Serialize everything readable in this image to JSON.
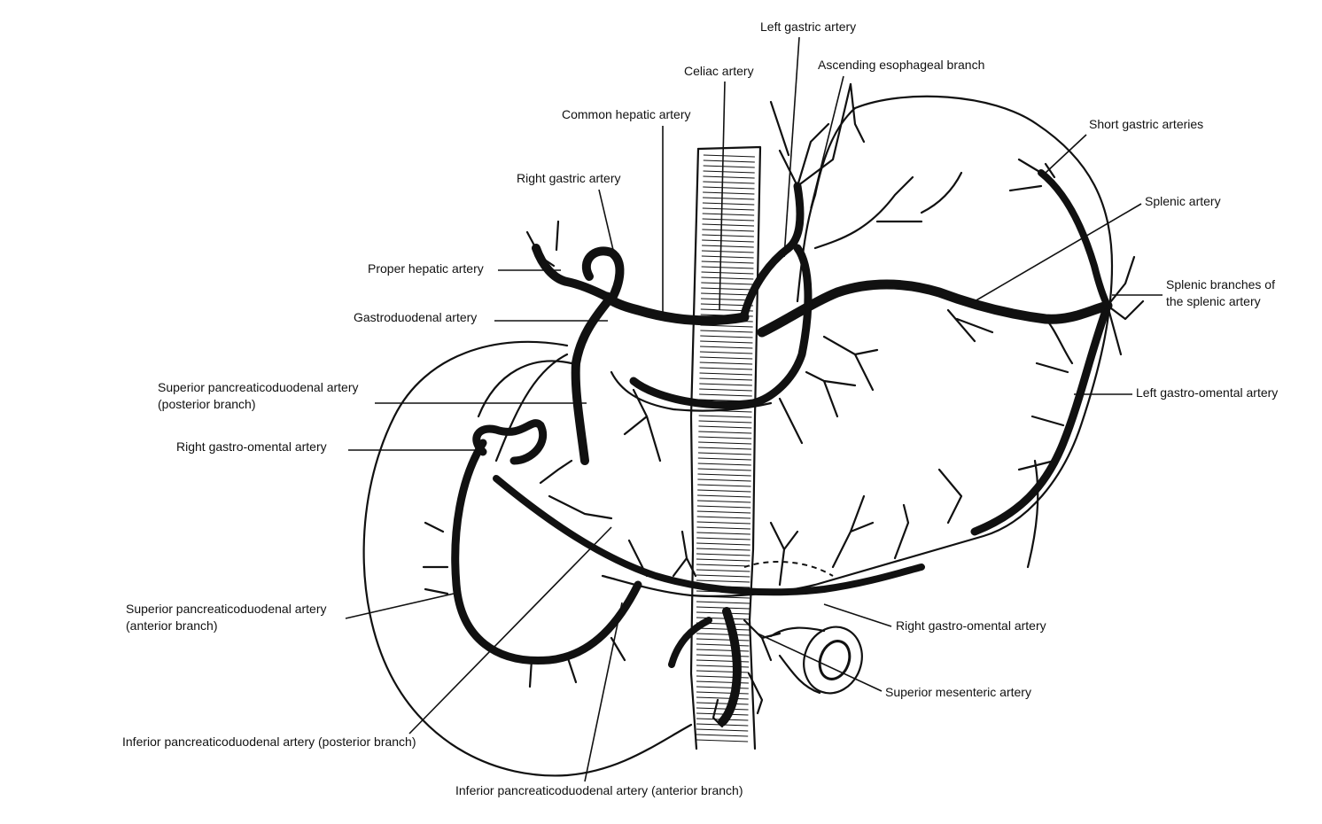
{
  "diagram": {
    "labels": {
      "left_gastric": "Left gastric artery",
      "celiac": "Celiac artery",
      "ascending_esophageal": "Ascending esophageal branch",
      "common_hepatic": "Common hepatic artery",
      "short_gastric": "Short gastric arteries",
      "right_gastric": "Right gastric artery",
      "splenic": "Splenic artery",
      "proper_hepatic": "Proper hepatic artery",
      "splenic_branches_line1": "Splenic branches of",
      "splenic_branches_line2": "the splenic artery",
      "gastroduodenal": "Gastroduodenal artery",
      "left_gastro_omental": "Left gastro-omental artery",
      "sup_panc_post_line1": "Superior pancreaticoduodenal artery",
      "sup_panc_post_line2": "(posterior branch)",
      "right_gastro_omental_left": "Right gastro-omental artery",
      "sup_panc_ant_line1": "Superior pancreaticoduodenal artery",
      "sup_panc_ant_line2": "(anterior branch)",
      "right_gastro_omental_right": "Right gastro-omental artery",
      "superior_mesenteric": "Superior mesenteric artery",
      "inf_panc_post": "Inferior pancreaticoduodenal artery (posterior branch)",
      "inf_panc_ant": "Inferior pancreaticoduodenal artery (anterior branch)"
    }
  }
}
